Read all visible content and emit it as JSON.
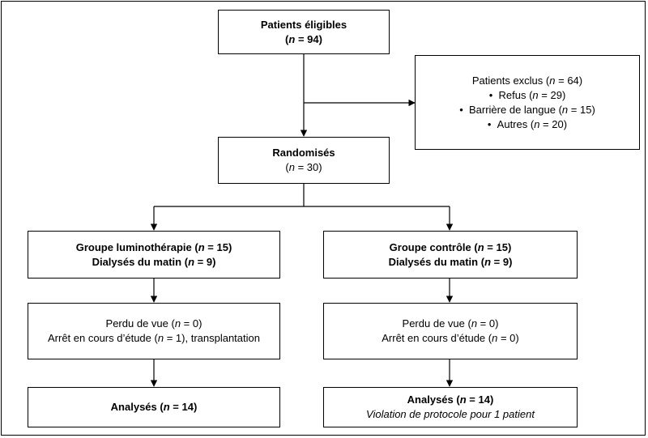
{
  "eligible": {
    "label": "Patients éligibles",
    "n": "94"
  },
  "excluded": {
    "label": "Patients exclus",
    "n": "64",
    "reasons": [
      {
        "label": "Refus",
        "n": "29"
      },
      {
        "label": "Barrière de langue",
        "n": "15"
      },
      {
        "label": "Autres",
        "n": "20"
      }
    ]
  },
  "randomized": {
    "label": "Randomisés",
    "n": "30"
  },
  "left": {
    "group": {
      "label": "Groupe luminothérapie",
      "n": "15"
    },
    "morning": {
      "label": "Dialysés du matin",
      "n": "9"
    },
    "lost": {
      "label": "Perdu de vue",
      "n": "0"
    },
    "stopped": {
      "label": "Arrêt en cours d’étude",
      "n": "1",
      "suffix": ", transplantation"
    },
    "analyzed": {
      "label": "Analysés",
      "n": "14"
    }
  },
  "right": {
    "group": {
      "label": "Groupe contrôle",
      "n": "15"
    },
    "morning": {
      "label": "Dialysés du matin",
      "n": "9"
    },
    "lost": {
      "label": "Perdu de vue",
      "n": "0"
    },
    "stopped": {
      "label": "Arrêt en cours d’étude",
      "n": "0"
    },
    "analyzed": {
      "label": "Analysés",
      "n": "14"
    },
    "note": "Violation de protocole pour 1 patient"
  },
  "n_symbol": "n"
}
